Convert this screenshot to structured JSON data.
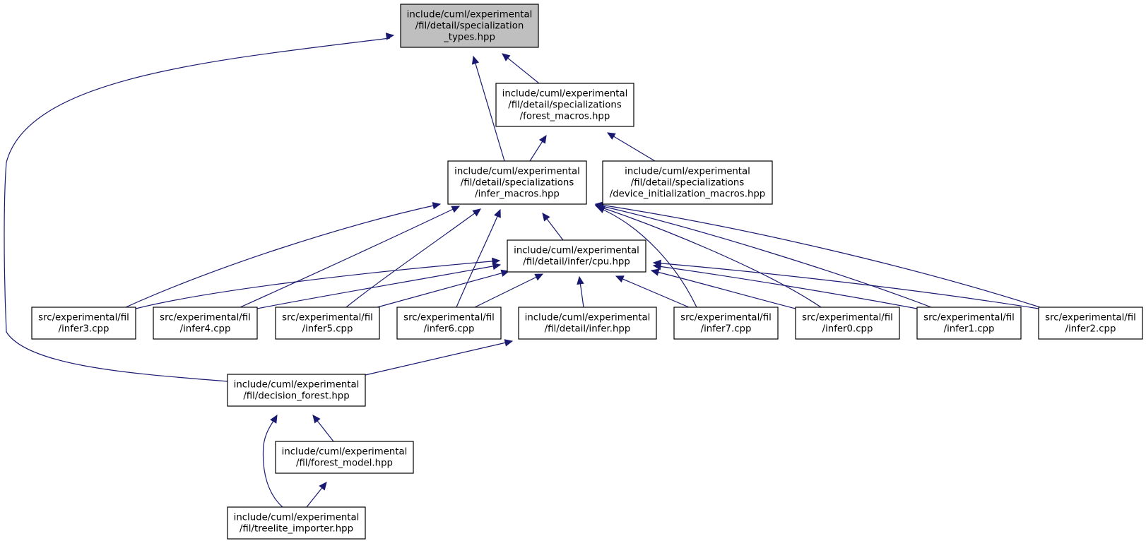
{
  "colors": {
    "highlight_fill": "#bfbfbf",
    "node_fill": "#ffffff",
    "edge": "#191970"
  },
  "nodes": [
    {
      "id": "spec_types",
      "lines": [
        "include/cuml/experimental",
        "/fil/detail/specialization",
        "_types.hpp"
      ],
      "highlighted": true
    },
    {
      "id": "forest_macros",
      "lines": [
        "include/cuml/experimental",
        "/fil/detail/specializations",
        "/forest_macros.hpp"
      ]
    },
    {
      "id": "infer_macros",
      "lines": [
        "include/cuml/experimental",
        "/fil/detail/specializations",
        "/infer_macros.hpp"
      ]
    },
    {
      "id": "device_init",
      "lines": [
        "include/cuml/experimental",
        "/fil/detail/specializations",
        "/device_initialization_macros.hpp"
      ]
    },
    {
      "id": "cpu",
      "lines": [
        "include/cuml/experimental",
        "/fil/detail/infer/cpu.hpp"
      ]
    },
    {
      "id": "infer3",
      "lines": [
        "src/experimental/fil",
        "/infer3.cpp"
      ]
    },
    {
      "id": "infer4",
      "lines": [
        "src/experimental/fil",
        "/infer4.cpp"
      ]
    },
    {
      "id": "infer5",
      "lines": [
        "src/experimental/fil",
        "/infer5.cpp"
      ]
    },
    {
      "id": "infer6",
      "lines": [
        "src/experimental/fil",
        "/infer6.cpp"
      ]
    },
    {
      "id": "infer_hpp",
      "lines": [
        "include/cuml/experimental",
        "/fil/detail/infer.hpp"
      ]
    },
    {
      "id": "infer7",
      "lines": [
        "src/experimental/fil",
        "/infer7.cpp"
      ]
    },
    {
      "id": "infer0",
      "lines": [
        "src/experimental/fil",
        "/infer0.cpp"
      ]
    },
    {
      "id": "infer1",
      "lines": [
        "src/experimental/fil",
        "/infer1.cpp"
      ]
    },
    {
      "id": "infer2",
      "lines": [
        "src/experimental/fil",
        "/infer2.cpp"
      ]
    },
    {
      "id": "decision_forest",
      "lines": [
        "include/cuml/experimental",
        "/fil/decision_forest.hpp"
      ]
    },
    {
      "id": "forest_model",
      "lines": [
        "include/cuml/experimental",
        "/fil/forest_model.hpp"
      ]
    },
    {
      "id": "treelite_importer",
      "lines": [
        "include/cuml/experimental",
        "/fil/treelite_importer.hpp"
      ]
    }
  ],
  "edges": [
    {
      "from": "forest_macros",
      "to": "spec_types"
    },
    {
      "from": "infer_macros",
      "to": "spec_types"
    },
    {
      "from": "decision_forest",
      "to": "spec_types"
    },
    {
      "from": "infer_macros",
      "to": "forest_macros"
    },
    {
      "from": "device_init",
      "to": "forest_macros"
    },
    {
      "from": "cpu",
      "to": "infer_macros"
    },
    {
      "from": "infer3",
      "to": "infer_macros"
    },
    {
      "from": "infer4",
      "to": "infer_macros"
    },
    {
      "from": "infer5",
      "to": "infer_macros"
    },
    {
      "from": "infer6",
      "to": "infer_macros"
    },
    {
      "from": "infer7",
      "to": "infer_macros"
    },
    {
      "from": "infer0",
      "to": "infer_macros"
    },
    {
      "from": "infer1",
      "to": "infer_macros"
    },
    {
      "from": "infer2",
      "to": "infer_macros"
    },
    {
      "from": "infer3",
      "to": "cpu"
    },
    {
      "from": "infer4",
      "to": "cpu"
    },
    {
      "from": "infer5",
      "to": "cpu"
    },
    {
      "from": "infer6",
      "to": "cpu"
    },
    {
      "from": "infer_hpp",
      "to": "cpu"
    },
    {
      "from": "infer7",
      "to": "cpu"
    },
    {
      "from": "infer0",
      "to": "cpu"
    },
    {
      "from": "infer1",
      "to": "cpu"
    },
    {
      "from": "infer2",
      "to": "cpu"
    },
    {
      "from": "decision_forest",
      "to": "infer_hpp"
    },
    {
      "from": "forest_model",
      "to": "decision_forest"
    },
    {
      "from": "treelite_importer",
      "to": "decision_forest"
    },
    {
      "from": "treelite_importer",
      "to": "forest_model"
    }
  ]
}
